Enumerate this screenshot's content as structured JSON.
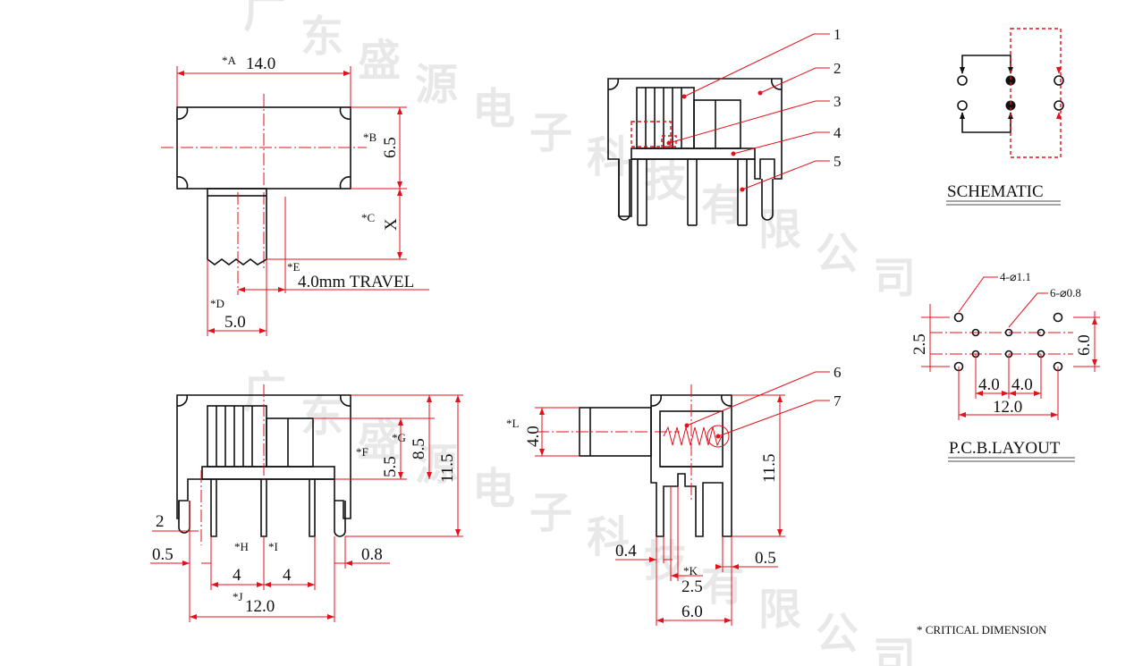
{
  "watermark": {
    "line1": [
      "广",
      "东",
      "盛",
      "源",
      "电",
      "子",
      "科",
      "技",
      "有",
      "限",
      "公",
      "司"
    ],
    "line2": [
      "广",
      "东",
      "盛",
      "源",
      "电",
      "子",
      "科",
      "技",
      "有",
      "限",
      "公",
      "司"
    ]
  },
  "top_view": {
    "a_tag": "*A",
    "a_value": "14.0",
    "b_tag": "*B",
    "b_value": "6.5",
    "c_tag": "*C",
    "c_value": "X",
    "e_tag": "*E",
    "travel": "4.0mm TRAVEL",
    "d_tag": "*D",
    "d_value": "5.0"
  },
  "front_view": {
    "g_tag": "*G",
    "g_value": "8.5",
    "f_tag": "*F",
    "f_value": "5.5",
    "height_value": "11.5",
    "pin_width": "2",
    "left_offset": "0.5",
    "right_offset": "0.8",
    "h_tag": "*H",
    "i_tag": "*I",
    "h_value": "4",
    "i_value": "4",
    "j_tag": "*J",
    "j_value": "12.0"
  },
  "side_view": {
    "callouts": [
      "1",
      "2",
      "3",
      "4",
      "5"
    ]
  },
  "section_view": {
    "l_tag": "*L",
    "l_value": "4.0",
    "height_value": "11.5",
    "callouts": [
      "6",
      "7"
    ],
    "left_value": "0.4",
    "right_value": "0.5",
    "k_tag": "*K",
    "k_value": "2.5",
    "width_value": "6.0"
  },
  "schematic": {
    "title": "SCHEMATIC"
  },
  "pcb": {
    "hole_large": "4-⌀1.1",
    "hole_small": "6-⌀0.8",
    "row_pitch": "2.5",
    "height": "6.0",
    "pitch_left": "4.0",
    "pitch_right": "4.0",
    "width": "12.0",
    "title": "P.C.B.LAYOUT"
  },
  "note": "* CRITICAL  DIMENSION"
}
